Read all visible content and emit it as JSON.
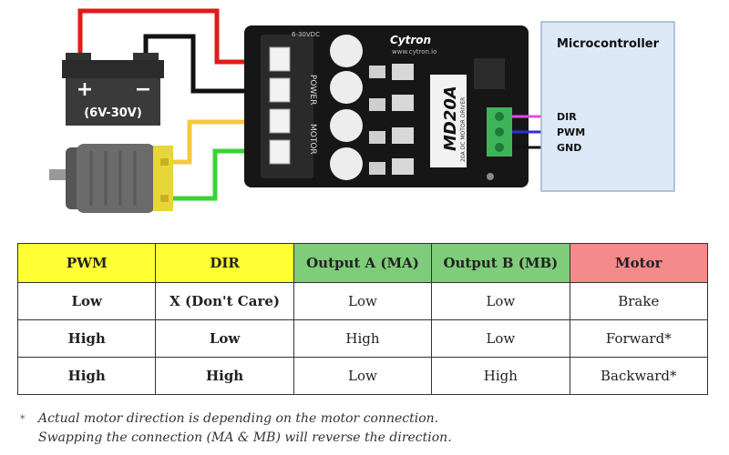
{
  "diagram": {
    "battery_label": "(6V-30V)",
    "battery_plus": "+",
    "battery_minus": "−",
    "board_logo": "Cytron",
    "board_site": "www.cytron.io",
    "board_model": "MD20A",
    "board_subtitle": "20A DC MOTOR DRIVER",
    "board_voltage": "6-30VDC",
    "label_power": "POWER",
    "label_motor": "MOTOR",
    "mc_title": "Microcontroller",
    "pins": [
      "DIR",
      "PWM",
      "GND"
    ]
  },
  "table": {
    "headers": [
      "PWM",
      "DIR",
      "Output A (MA)",
      "Output B (MB)",
      "Motor"
    ],
    "rows": [
      [
        "Low",
        "X (Don't Care)",
        "Low",
        "Low",
        "Brake"
      ],
      [
        "High",
        "Low",
        "High",
        "Low",
        "Forward*"
      ],
      [
        "High",
        "High",
        "Low",
        "High",
        "Backward*"
      ]
    ]
  },
  "footnote": {
    "star": "*",
    "line1": "Actual motor direction is depending on the motor connection.",
    "line2": "Swapping the connection (MA & MB) will reverse the direction."
  },
  "colors": {
    "header_yellow": "#ffff33",
    "header_green": "#7fcc7a",
    "header_red": "#f48a8a",
    "wire_red": "#e01b1b",
    "wire_black": "#111111",
    "wire_yellow": "#f5c842",
    "wire_green": "#3ad13a",
    "wire_dir": "#e04ce0",
    "wire_pwm": "#2f2fd8",
    "mc_fill": "#dde9f7"
  }
}
